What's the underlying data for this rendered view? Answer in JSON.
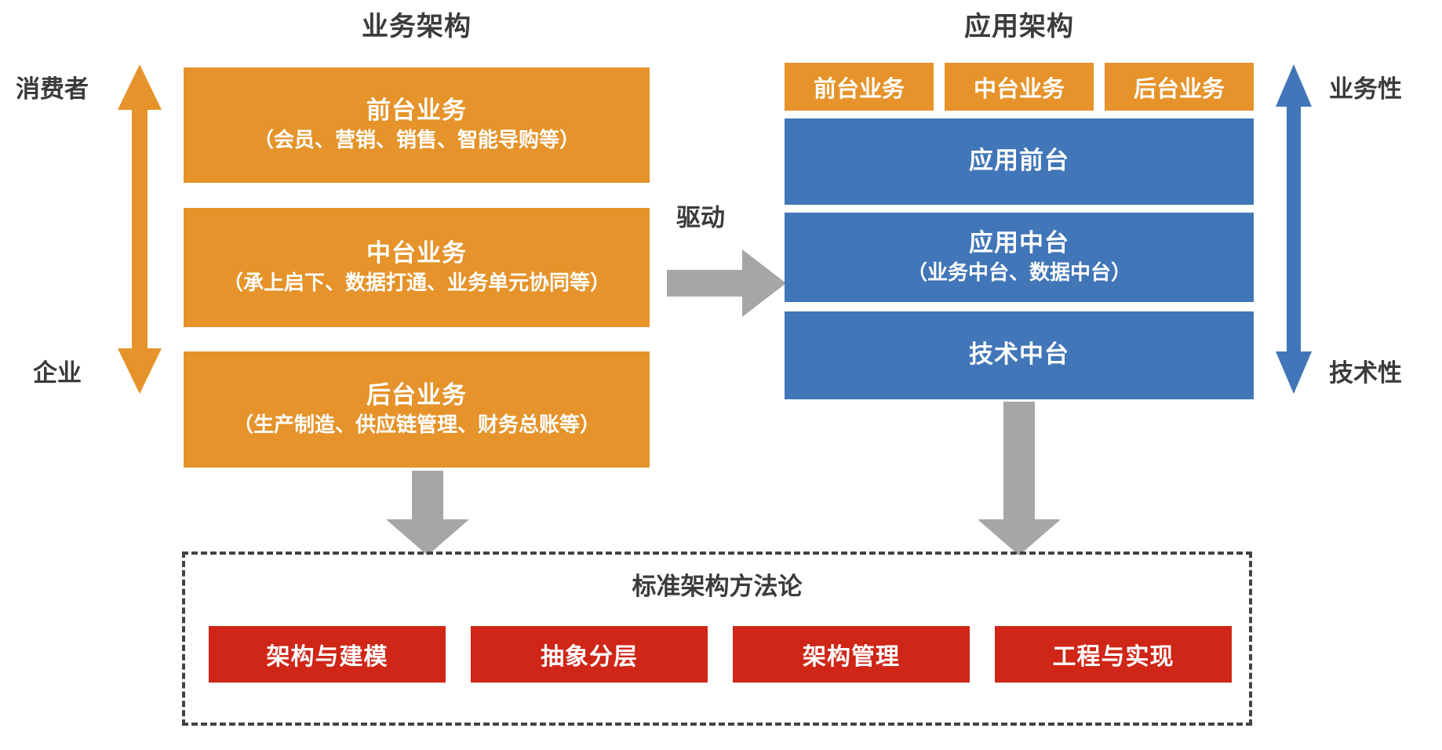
{
  "diagram": {
    "columns": [
      {
        "id": "business",
        "title": "业务架构",
        "axis_top_label": "消费者",
        "axis_bottom_label": "企业",
        "axis_color": "#e5932a",
        "layers": [
          {
            "title": "前台业务",
            "subtitle": "（会员、营销、销售、智能导购等）",
            "color": "#e5932a"
          },
          {
            "title": "中台业务",
            "subtitle": "（承上启下、数据打通、业务单元协同等）",
            "color": "#e5932a"
          },
          {
            "title": "后台业务",
            "subtitle": "（生产制造、供应链管理、财务总账等）",
            "color": "#e5932a"
          }
        ]
      },
      {
        "id": "application",
        "title": "应用架构",
        "axis_top_label": "业务性",
        "axis_bottom_label": "技术性",
        "axis_color": "#4176b8",
        "chips": [
          {
            "label": "前台业务",
            "color": "#e5932a"
          },
          {
            "label": "中台业务",
            "color": "#e5932a"
          },
          {
            "label": "后台业务",
            "color": "#e5932a"
          }
        ],
        "layers": [
          {
            "title": "应用前台",
            "subtitle": "",
            "color": "#4176b8"
          },
          {
            "title": "应用中台",
            "subtitle": "（业务中台、数据中台）",
            "color": "#4176b8"
          },
          {
            "title": "技术中台",
            "subtitle": "",
            "color": "#4176b8"
          }
        ]
      }
    ],
    "connector": {
      "label": "驱动",
      "arrow_color": "#a6a6a6"
    },
    "methodology": {
      "title": "标准架构方法论",
      "border_color": "#434343",
      "items": [
        {
          "label": "架构与建模",
          "color": "#cf2617"
        },
        {
          "label": "抽象分层",
          "color": "#cf2617"
        },
        {
          "label": "架构管理",
          "color": "#cf2617"
        },
        {
          "label": "工程与实现",
          "color": "#cf2617"
        }
      ]
    },
    "down_arrows": [
      {
        "name": "business-to-methodology",
        "color": "#a6a6a6"
      },
      {
        "name": "application-to-methodology",
        "color": "#a6a6a6"
      }
    ],
    "palette": {
      "orange": "#e5932a",
      "blue": "#4176b8",
      "red": "#cf2617",
      "gray": "#a6a6a6",
      "text_dark": "#3b3b3b",
      "background": "#ffffff"
    }
  }
}
